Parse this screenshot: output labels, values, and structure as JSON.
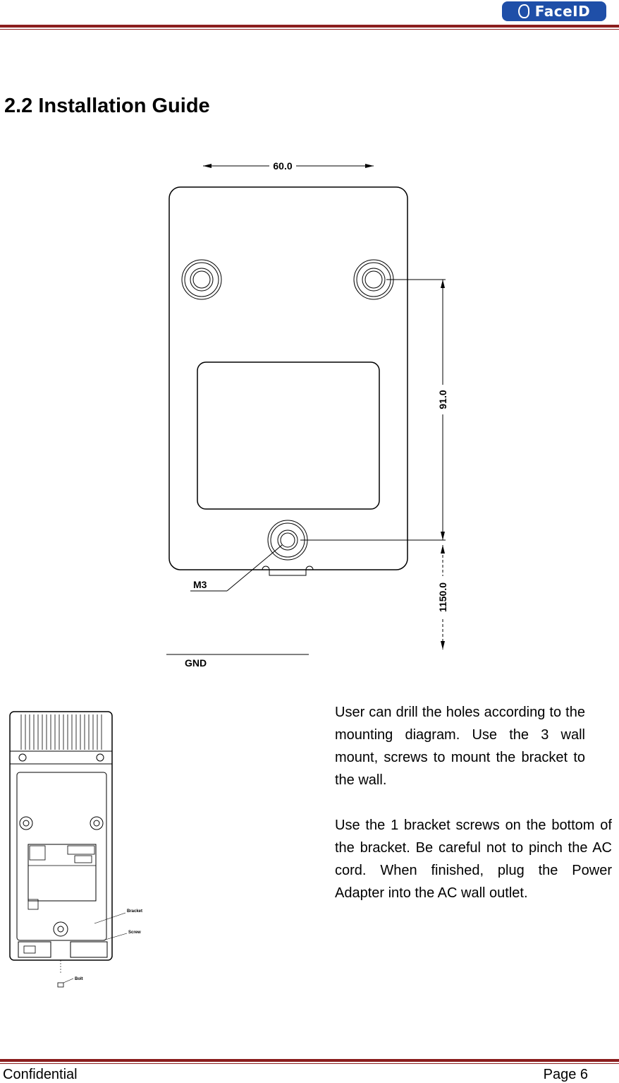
{
  "header": {
    "logo_text": "FaceID",
    "logo_color": "#1f4fa8",
    "rule_color": "#8b1e1e"
  },
  "section": {
    "title": "2.2 Installation Guide"
  },
  "diagram": {
    "width_label": "60.0",
    "height_label": "91.0",
    "bottom_label": "1150.0",
    "screw_label": "M3",
    "ground_label": "GND"
  },
  "device_labels": {
    "bracket": "Bracket",
    "screw": "Screw",
    "bolt": "Bolt"
  },
  "body": {
    "p1": "User can drill the holes according to the mounting diagram. Use the 3 wall mount, screws to mount the bracket to the wall.",
    "p2": "Use the 1 bracket screws on the bottom of the bracket. Be careful not to pinch the AC cord. When finished, plug the Power Adapter into the AC wall outlet."
  },
  "footer": {
    "left": "Confidential",
    "right": "Page 6"
  }
}
